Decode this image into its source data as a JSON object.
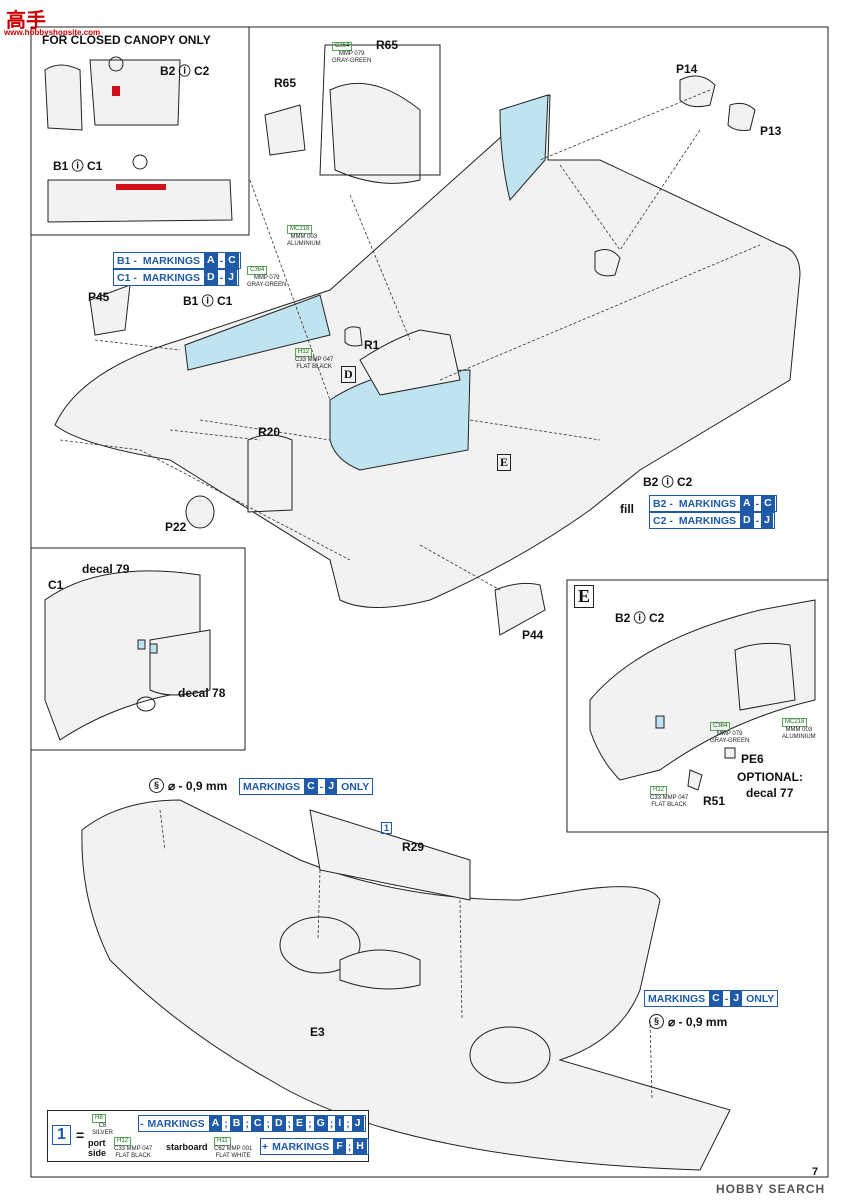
{
  "brand": {
    "logo_text": "高手",
    "site": "www.hobbyshopsite.com"
  },
  "page_number": "7",
  "watermark": "HOBBY SEARCH",
  "closed_canopy": {
    "title": "FOR CLOSED CANOPY ONLY",
    "label_top": "B2 ⓘ C2",
    "label_bottom": "B1 ⓘ C1"
  },
  "fuselage": {
    "markings_rows": [
      {
        "prefix": "B1 -",
        "word": "MARKINGS",
        "boxes": [
          "A",
          "C"
        ]
      },
      {
        "prefix": "C1 -",
        "word": "MARKINGS",
        "boxes": [
          "D",
          "J"
        ]
      }
    ],
    "aluminium_code": {
      "code": "MC218",
      "sub": "MMM 003",
      "name": "ALUMINIUM"
    },
    "graygreen_code": {
      "code": "C364",
      "sub": "MMP 079",
      "name": "GRAY-GREEN"
    },
    "flatblack_code": {
      "code": "H12",
      "sub": "C33 MMP 047",
      "name": "FLAT BLACK"
    },
    "labels": {
      "p45": "P45",
      "b1c1": "B1 ⓘ C1",
      "r1": "R1",
      "d": "D",
      "r20": "R20",
      "p22": "P22",
      "e": "E",
      "b2c2": "B2 ⓘ C2",
      "fill": "fill",
      "r65a": "R65",
      "r65b": "R65",
      "p14": "P14",
      "p13": "P13",
      "p44": "P44"
    },
    "b2_rows": [
      {
        "prefix": "B2 -",
        "word": "MARKINGS",
        "boxes": [
          "A",
          "C"
        ]
      },
      {
        "prefix": "C2 -",
        "word": "MARKINGS",
        "boxes": [
          "D",
          "J"
        ]
      }
    ],
    "r65_code": {
      "code": "C364",
      "sub": "MMP 079",
      "name": "GRAY-GREEN"
    }
  },
  "detail_c1": {
    "label": "C1",
    "decal_top": "decal 79",
    "decal_bottom": "decal 78"
  },
  "detail_e": {
    "letter": "E",
    "title": "B2 ⓘ C2",
    "pe6": "PE6",
    "r51": "R51",
    "optional": "OPTIONAL:",
    "optional_decal": "decal 77",
    "gg_code": {
      "code": "C364",
      "sub": "MMP 079",
      "name": "GRAY-GREEN"
    },
    "al_code": {
      "code": "MC218",
      "sub": "MMM 003",
      "name": "ALUMINIUM"
    },
    "fb_code": {
      "code": "H12",
      "sub": "C33 MMP 047",
      "name": "FLAT BLACK"
    }
  },
  "wing": {
    "drill_left": "⌀ - 0,9 mm",
    "drill_left_markings": {
      "word": "MARKINGS",
      "boxes": [
        "C",
        "J"
      ],
      "suffix": "ONLY"
    },
    "drill_right": "⌀ - 0,9 mm",
    "drill_right_markings": {
      "word": "MARKINGS",
      "boxes": [
        "C",
        "J"
      ],
      "suffix": "ONLY"
    },
    "r29": "R29",
    "r29_ref": "1",
    "e3": "E3"
  },
  "legend": {
    "num": "1",
    "eq": "=",
    "silver_code": {
      "code": "H8",
      "sub": "C8",
      "name": "SILVER"
    },
    "row1_word": "MARKINGS",
    "row1_boxes": [
      "A",
      "B",
      "C",
      "D",
      "E",
      "G",
      "I",
      "J"
    ],
    "port_side": "port side",
    "port_code": {
      "code": "H12",
      "sub": "C33 MMP 047",
      "name": "FLAT BLACK"
    },
    "starboard": "starboard",
    "star_code": {
      "code": "H11",
      "sub": "C62 MMP 001",
      "name": "FLAT WHITE"
    },
    "row2_word": "MARKINGS",
    "row2_boxes": [
      "F",
      "H"
    ]
  }
}
